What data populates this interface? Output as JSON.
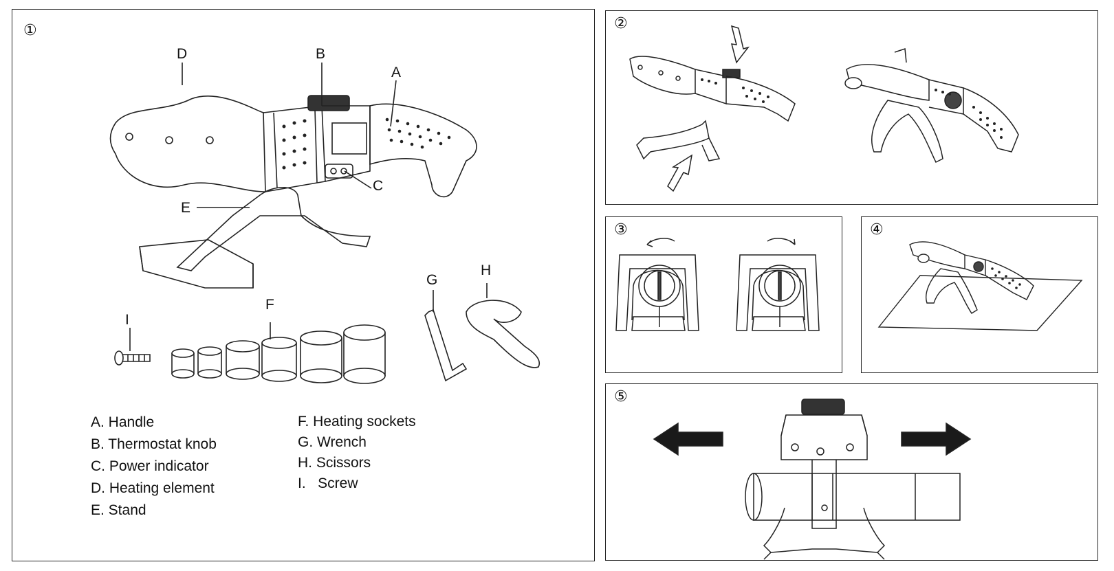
{
  "panels": {
    "p1": {
      "number": "①"
    },
    "p2": {
      "number": "②"
    },
    "p3": {
      "number": "③"
    },
    "p4": {
      "number": "④"
    },
    "p5": {
      "number": "⑤"
    }
  },
  "callouts": {
    "A": "A",
    "B": "B",
    "C": "C",
    "D": "D",
    "E": "E",
    "F": "F",
    "G": "G",
    "H": "H",
    "I": "I"
  },
  "legend": {
    "left": [
      "A. Handle",
      "B. Thermostat knob",
      "C. Power indicator",
      "D. Heating element",
      "E. Stand"
    ],
    "right": [
      "F. Heating sockets",
      "G. Wrench",
      "H. Scissors",
      "I.   Screw"
    ]
  }
}
